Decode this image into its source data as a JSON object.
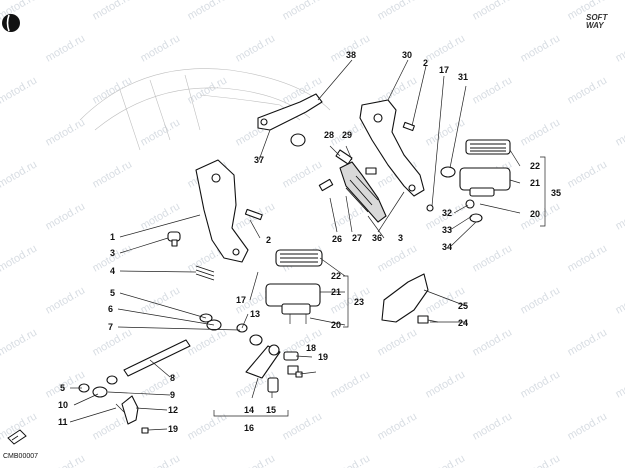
{
  "brand": {
    "line1": "SOFT",
    "line2": "WAY"
  },
  "watermark_text": "motod.ru",
  "drawing_code": "CMB00007",
  "callouts": [
    {
      "id": "1",
      "label": "1"
    },
    {
      "id": "2a",
      "label": "2"
    },
    {
      "id": "2b",
      "label": "2"
    },
    {
      "id": "3a",
      "label": "3"
    },
    {
      "id": "3b",
      "label": "3"
    },
    {
      "id": "4",
      "label": "4"
    },
    {
      "id": "5a",
      "label": "5"
    },
    {
      "id": "5b",
      "label": "5"
    },
    {
      "id": "6",
      "label": "6"
    },
    {
      "id": "7",
      "label": "7"
    },
    {
      "id": "8",
      "label": "8"
    },
    {
      "id": "9",
      "label": "9"
    },
    {
      "id": "10",
      "label": "10"
    },
    {
      "id": "11",
      "label": "11"
    },
    {
      "id": "12",
      "label": "12"
    },
    {
      "id": "13",
      "label": "13"
    },
    {
      "id": "14",
      "label": "14"
    },
    {
      "id": "15",
      "label": "15"
    },
    {
      "id": "16",
      "label": "16"
    },
    {
      "id": "17a",
      "label": "17"
    },
    {
      "id": "17b",
      "label": "17"
    },
    {
      "id": "18",
      "label": "18"
    },
    {
      "id": "19a",
      "label": "19"
    },
    {
      "id": "19b",
      "label": "19"
    },
    {
      "id": "20a",
      "label": "20"
    },
    {
      "id": "20b",
      "label": "20"
    },
    {
      "id": "21a",
      "label": "21"
    },
    {
      "id": "21b",
      "label": "21"
    },
    {
      "id": "22a",
      "label": "22"
    },
    {
      "id": "22b",
      "label": "22"
    },
    {
      "id": "23",
      "label": "23"
    },
    {
      "id": "24",
      "label": "24"
    },
    {
      "id": "25",
      "label": "25"
    },
    {
      "id": "26",
      "label": "26"
    },
    {
      "id": "27",
      "label": "27"
    },
    {
      "id": "28",
      "label": "28"
    },
    {
      "id": "29",
      "label": "29"
    },
    {
      "id": "30",
      "label": "30"
    },
    {
      "id": "31",
      "label": "31"
    },
    {
      "id": "32",
      "label": "32"
    },
    {
      "id": "33",
      "label": "33"
    },
    {
      "id": "34",
      "label": "34"
    },
    {
      "id": "35",
      "label": "35"
    },
    {
      "id": "36",
      "label": "36"
    },
    {
      "id": "37",
      "label": "37"
    },
    {
      "id": "38",
      "label": "38"
    }
  ]
}
